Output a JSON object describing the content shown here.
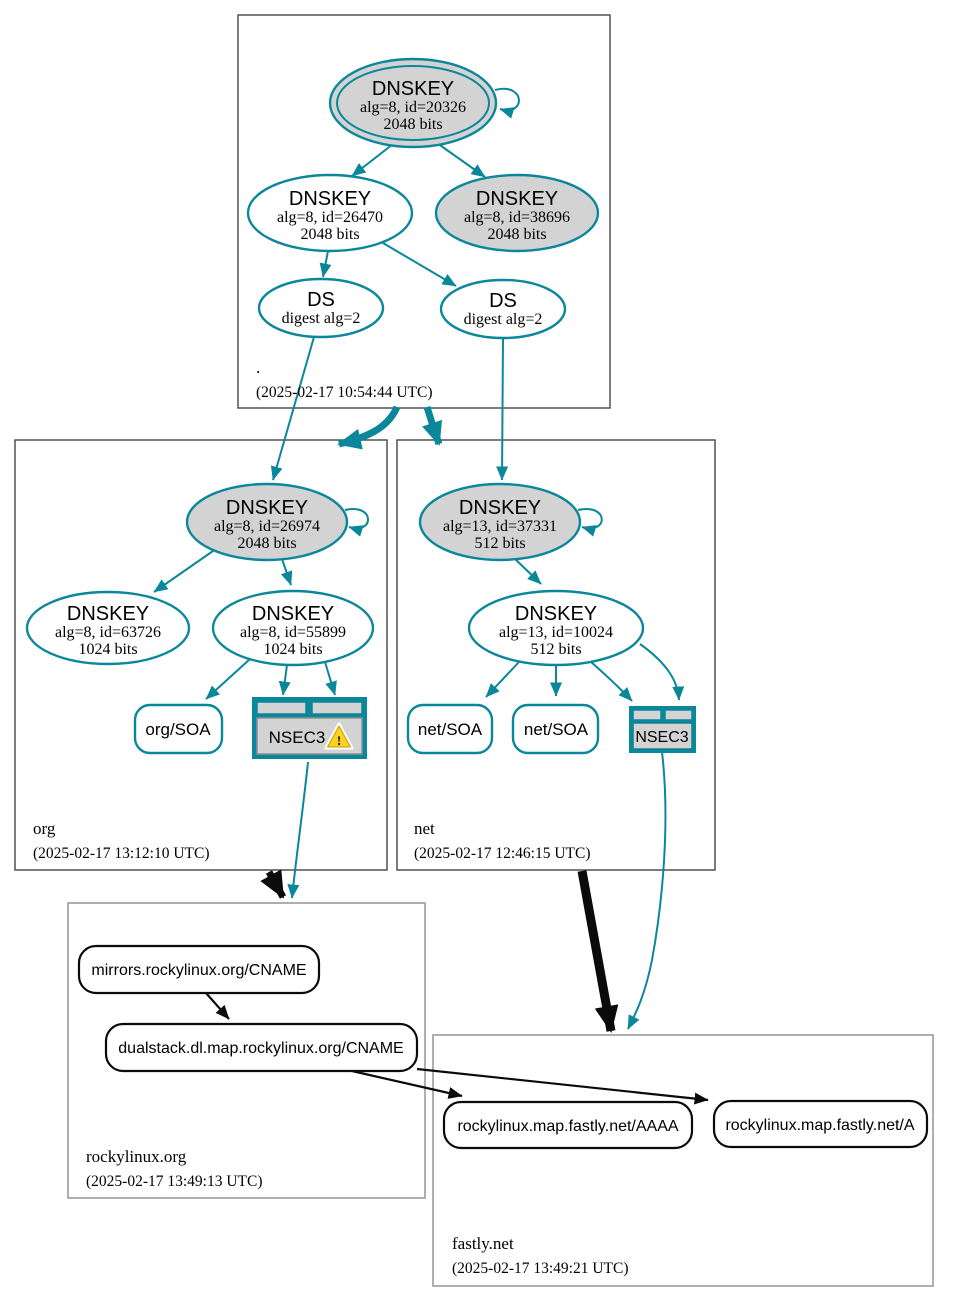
{
  "colors": {
    "secure_teal": "#0a879a",
    "node_gray_fill": "#d3d3d3",
    "warning_yellow": "#ffd21f",
    "edge_black": "#0b0b0b"
  },
  "zones": {
    "root": {
      "label": ".",
      "timestamp": "(2025-02-17 10:54:44 UTC)",
      "ksk": {
        "title": "DNSKEY",
        "detail": "alg=8, id=20326",
        "bits": "2048 bits"
      },
      "zsk": {
        "title": "DNSKEY",
        "detail": "alg=8, id=26470",
        "bits": "2048 bits"
      },
      "key2": {
        "title": "DNSKEY",
        "detail": "alg=8, id=38696",
        "bits": "2048 bits"
      },
      "ds_org": {
        "title": "DS",
        "detail": "digest alg=2"
      },
      "ds_net": {
        "title": "DS",
        "detail": "digest alg=2"
      }
    },
    "org": {
      "label": "org",
      "timestamp": "(2025-02-17 13:12:10 UTC)",
      "ksk": {
        "title": "DNSKEY",
        "detail": "alg=8, id=26974",
        "bits": "2048 bits"
      },
      "key1": {
        "title": "DNSKEY",
        "detail": "alg=8, id=63726",
        "bits": "1024 bits"
      },
      "key2": {
        "title": "DNSKEY",
        "detail": "alg=8, id=55899",
        "bits": "1024 bits"
      },
      "soa": {
        "label": "org/SOA"
      },
      "nsec3": {
        "label": "NSEC3",
        "warning": "!"
      }
    },
    "net": {
      "label": "net",
      "timestamp": "(2025-02-17 12:46:15 UTC)",
      "ksk": {
        "title": "DNSKEY",
        "detail": "alg=13, id=37331",
        "bits": "512 bits"
      },
      "key1": {
        "title": "DNSKEY",
        "detail": "alg=13, id=10024",
        "bits": "512 bits"
      },
      "soa1": {
        "label": "net/SOA"
      },
      "soa2": {
        "label": "net/SOA"
      },
      "nsec3": {
        "label": "NSEC3"
      }
    },
    "rockylinux": {
      "label": "rockylinux.org",
      "timestamp": "(2025-02-17 13:49:13 UTC)",
      "mirrors": {
        "label": "mirrors.rockylinux.org/CNAME"
      },
      "dualstack": {
        "label": "dualstack.dl.map.rockylinux.org/CNAME"
      }
    },
    "fastly": {
      "label": "fastly.net",
      "timestamp": "(2025-02-17 13:49:21 UTC)",
      "aaaa": {
        "label": "rockylinux.map.fastly.net/AAAA"
      },
      "a": {
        "label": "rockylinux.map.fastly.net/A"
      }
    }
  }
}
